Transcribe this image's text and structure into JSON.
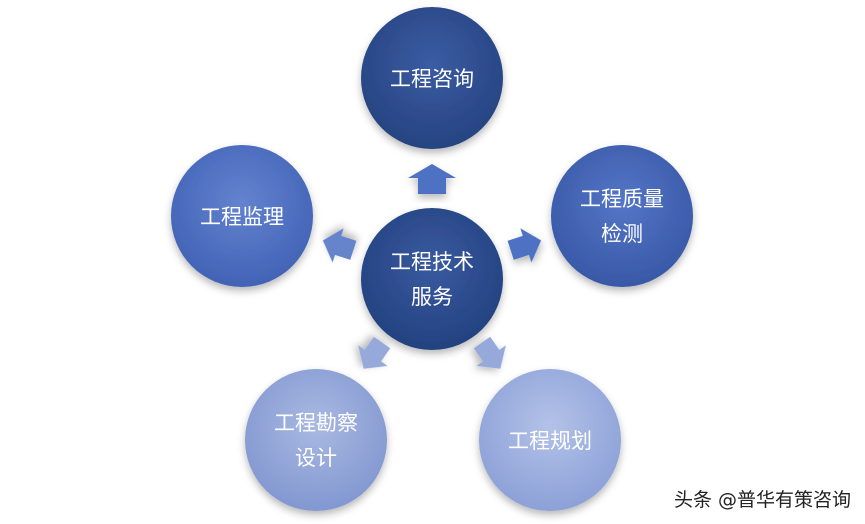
{
  "diagram": {
    "center": {
      "line1": "工程技术",
      "line2": "服务"
    },
    "nodes": [
      {
        "id": "consulting",
        "line1": "工程咨询",
        "line2": ""
      },
      {
        "id": "quality",
        "line1": "工程质量",
        "line2": "检测"
      },
      {
        "id": "planning",
        "line1": "工程规划",
        "line2": ""
      },
      {
        "id": "survey",
        "line1": "工程勘察",
        "line2": "设计"
      },
      {
        "id": "supervision",
        "line1": "工程监理",
        "line2": ""
      }
    ],
    "colors": {
      "consulting": "#2f4d8e",
      "quality": "#3e62b0",
      "center": "#2c4a8a",
      "supervision": "#4a6bbf",
      "survey": "#8ea1d5",
      "planning": "#98acdc",
      "arrow": "#4d72c4",
      "arrow_light": "#95a9db"
    }
  },
  "watermark": "头条 @普华有策咨询"
}
